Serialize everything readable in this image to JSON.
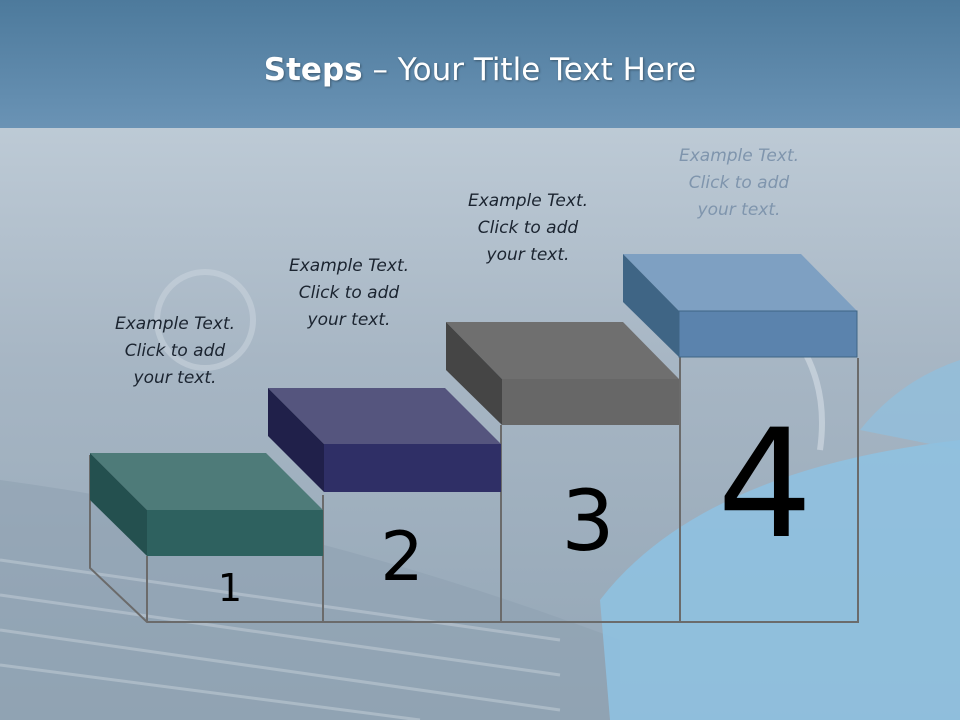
{
  "title": {
    "bold": "Steps",
    "rest": " – Your Title Text Here"
  },
  "steps": [
    {
      "number": "1",
      "text_line1": "Example Text.",
      "text_line2": "Click  to add",
      "text_line3": "your text.",
      "color": "#2e615f"
    },
    {
      "number": "2",
      "text_line1": "Example Text.",
      "text_line2": "Click  to add",
      "text_line3": "your text.",
      "color": "#2f2f66"
    },
    {
      "number": "3",
      "text_line1": "Example Text.",
      "text_line2": "Click  to add",
      "text_line3": "your text.",
      "color": "#676767"
    },
    {
      "number": "4",
      "text_line1": "Example Text.",
      "text_line2": "Click  to add",
      "text_line3": "your text.",
      "color": "#5b83ad"
    }
  ],
  "colors": {
    "header": "#5a85a8",
    "background": "#a9b9c8"
  }
}
